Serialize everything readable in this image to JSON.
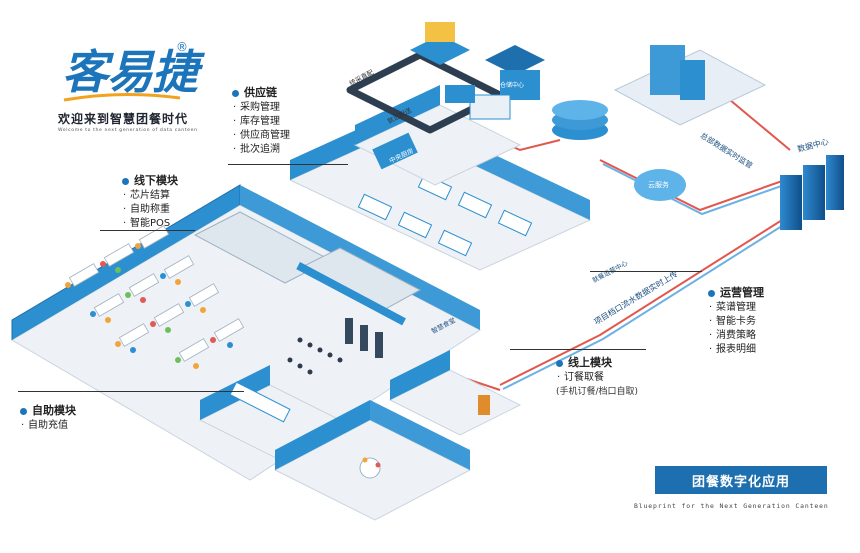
{
  "brand": {
    "logo_text": "客易捷",
    "registered_mark": "®",
    "slogan": "欢迎来到智慧团餐时代",
    "slogan_en": "Welcome to the next generation of data canteen"
  },
  "modules": {
    "supply_chain": {
      "title": "供应链",
      "items": [
        "采购管理",
        "库存管理",
        "供应商管理",
        "批次追溯"
      ]
    },
    "offline": {
      "title": "线下模块",
      "items": [
        "芯片结算",
        "自助称重",
        "智能POS"
      ]
    },
    "operations": {
      "title": "运营管理",
      "items": [
        "菜谱管理",
        "智能卡务",
        "消费策略",
        "报表明细"
      ]
    },
    "online": {
      "title": "线上模块",
      "items": [
        "订餐取餐"
      ],
      "note": "(手机订餐/档口自取)"
    },
    "self_service": {
      "title": "自助模块",
      "items": [
        "自助充值"
      ]
    }
  },
  "scene_labels": {
    "stream_upload": "项目档口流水数据实时上传",
    "headquarters_sync": "总部数据实时监管",
    "data_center": "数据中心",
    "distribution_1": "统采直配",
    "distribution_2": "就近配送",
    "kitchen_center": "中央厨房",
    "warehouse": "仓储中心",
    "dining_center": "就餐运营中心",
    "canteen": "智慧食堂",
    "cloud": "云服务"
  },
  "footer": {
    "title": "团餐数字化应用",
    "subtitle_en": "Blueprint for the Next Generation Canteen"
  },
  "colors": {
    "brand_blue": "#1c74bb",
    "banner_blue": "#1d6fb0",
    "link_red": "#e2574c",
    "wall_blue": "#2b8fd0"
  }
}
